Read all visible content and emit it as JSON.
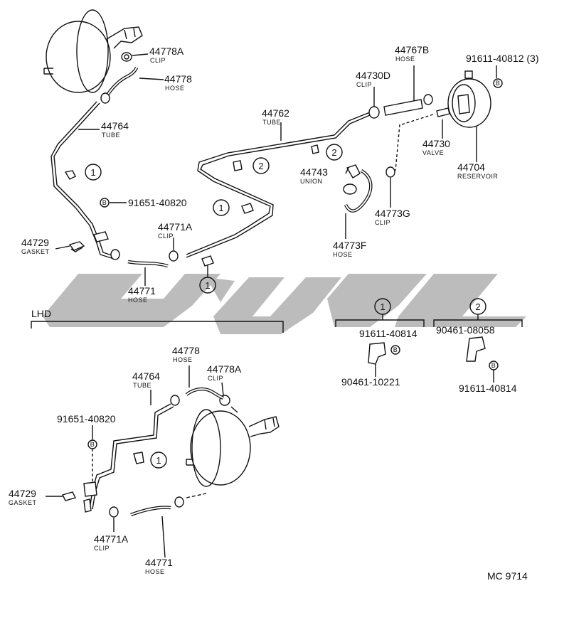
{
  "labels": {
    "p44778A": {
      "num": "44778A",
      "name": "CLIP"
    },
    "p44778": {
      "num": "44778",
      "name": "HOSE"
    },
    "p44764": {
      "num": "44764",
      "name": "TUBE"
    },
    "p91651": {
      "num": "91651-40820"
    },
    "p44729": {
      "num": "44729",
      "name": "GASKET"
    },
    "p44771A": {
      "num": "44771A",
      "name": "CLIP"
    },
    "p44771": {
      "num": "44771",
      "name": "HOSE"
    },
    "p44762": {
      "num": "44762",
      "name": "TUBE"
    },
    "p44767B": {
      "num": "44767B",
      "name": "HOSE"
    },
    "p44730D": {
      "num": "44730D",
      "name": "CLIP"
    },
    "p91611_3": {
      "num": "91611-40812 (3)"
    },
    "p44743": {
      "num": "44743",
      "name": "UNION"
    },
    "p44730": {
      "num": "44730",
      "name": "VALVE"
    },
    "p44704": {
      "num": "44704",
      "name": "RESERVOIR"
    },
    "p44773G": {
      "num": "44773G",
      "name": "CLIP"
    },
    "p44773F": {
      "num": "44773F",
      "name": "HOSE"
    },
    "lhd": "LHD",
    "d1": {
      "num": "91611-40814"
    },
    "d1b": {
      "num": "90461-10221"
    },
    "d2": {
      "num": "90461-08058"
    },
    "d2b": {
      "num": "91611-40814"
    },
    "l44778": {
      "num": "44778",
      "name": "HOSE"
    },
    "l44764": {
      "num": "44764",
      "name": "TUBE"
    },
    "l44778A": {
      "num": "44778A",
      "name": "CLIP"
    },
    "l91651": {
      "num": "91651-40820"
    },
    "l44729": {
      "num": "44729",
      "name": "GASKET"
    },
    "l44771A": {
      "num": "44771A",
      "name": "CLIP"
    },
    "l44771": {
      "num": "44771",
      "name": "HOSE"
    },
    "code": "MC 9714"
  },
  "callouts": {
    "one": "1",
    "two": "2",
    "b": "B"
  }
}
